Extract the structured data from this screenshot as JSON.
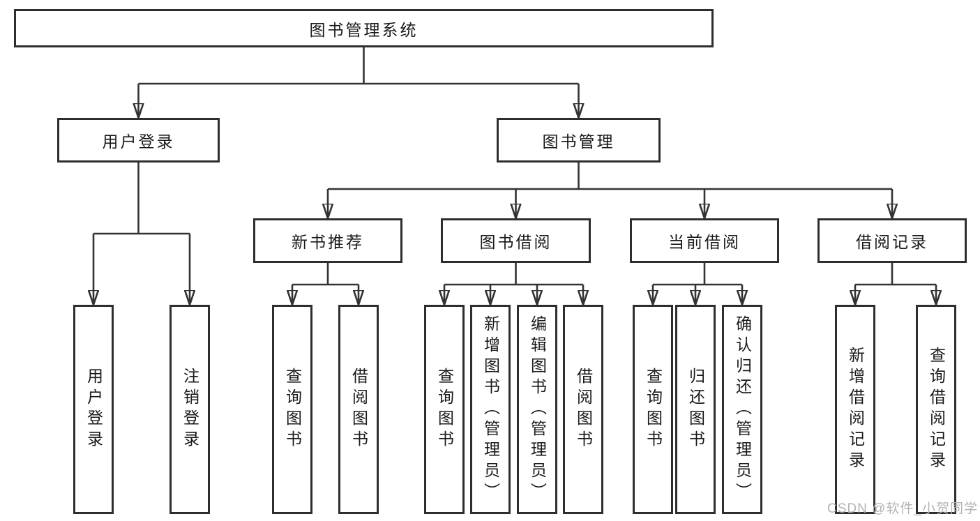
{
  "title": "图书管理系统",
  "watermark": "CSDN @软件_小贺同学",
  "colors": {
    "line": "#333333",
    "box_border": "#2e2e2e",
    "box_fill": "#ffffff",
    "text": "#1a1a1a",
    "watermark": "#b3b3b3"
  },
  "nodes": {
    "user_login": {
      "label": "用户登录",
      "children": [
        "用户登录",
        "注销登录"
      ]
    },
    "book_mgmt": {
      "label": "图书管理"
    },
    "new_book": {
      "label": "新书推荐",
      "children": [
        "查询图书",
        "借阅图书"
      ]
    },
    "book_borrow": {
      "label": "图书借阅",
      "children": [
        "查询图书",
        "新增图书（管理员）",
        "编辑图书（管理员）",
        "借阅图书"
      ]
    },
    "current_borrow": {
      "label": "当前借阅",
      "children": [
        "查询图书",
        "归还图书",
        "确认归还（管理员）"
      ]
    },
    "borrow_record": {
      "label": "借阅记录",
      "children": [
        "新增借阅记录",
        "查询借阅记录"
      ]
    }
  }
}
